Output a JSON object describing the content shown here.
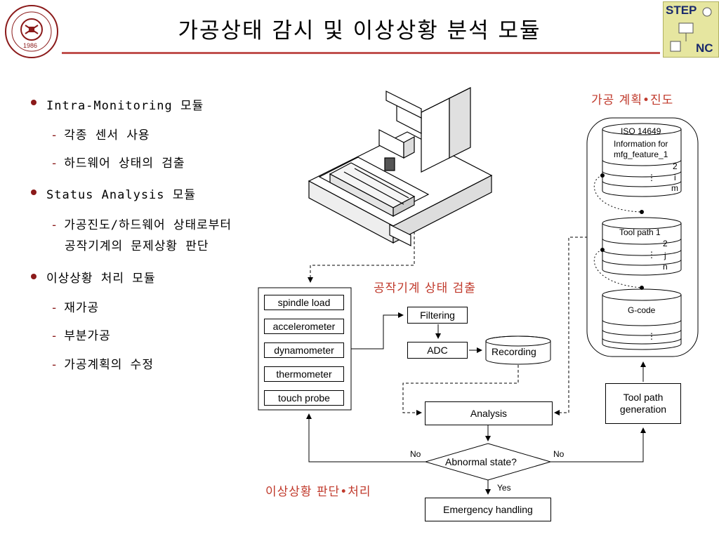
{
  "title": "가공상태 감시 및 이상상황 분석 모듈",
  "logo_left": {
    "year": "1986"
  },
  "logo_right": {
    "top": "STEP",
    "bottom": "NC"
  },
  "bullets": [
    {
      "text": "Intra-Monitoring 모듈",
      "subs": [
        "각종 센서 사용",
        "하드웨어 상태의 검출"
      ]
    },
    {
      "text": "Status Analysis 모듈",
      "subs": [
        "가공진도/하드웨어 상태로부터",
        "공작기계의 문제상황 판단"
      ]
    },
    {
      "text": "이상상황 처리 모듈",
      "subs": [
        "재가공",
        "부분가공",
        "가공계획의 수정"
      ]
    }
  ],
  "labels": {
    "plan": "가공 계획•진도",
    "detect": "공작기계 상태 검출",
    "judge": "이상상황 판단•처리"
  },
  "sensors": [
    "spindle load",
    "accelerometer",
    "dynamometer",
    "thermometer",
    "touch probe"
  ],
  "flow": {
    "filtering": "Filtering",
    "adc": "ADC",
    "recording": "Recording",
    "analysis": "Analysis",
    "abnormal": "Abnormal state?",
    "no_left": "No",
    "no_right": "No",
    "yes": "Yes",
    "emergency": "Emergency handling",
    "toolpath_gen_1": "Tool path",
    "toolpath_gen_2": "generation"
  },
  "db": {
    "iso": "ISO 14649",
    "info1": "Information for",
    "info2": "mfg_feature_1",
    "r2": "2",
    "ri": "i",
    "rm": "m",
    "tp1": "Tool path 1",
    "tp2": "2",
    "tpj": "j",
    "tpn": "n",
    "gcode": "G-code",
    "vdots": "⋮"
  }
}
